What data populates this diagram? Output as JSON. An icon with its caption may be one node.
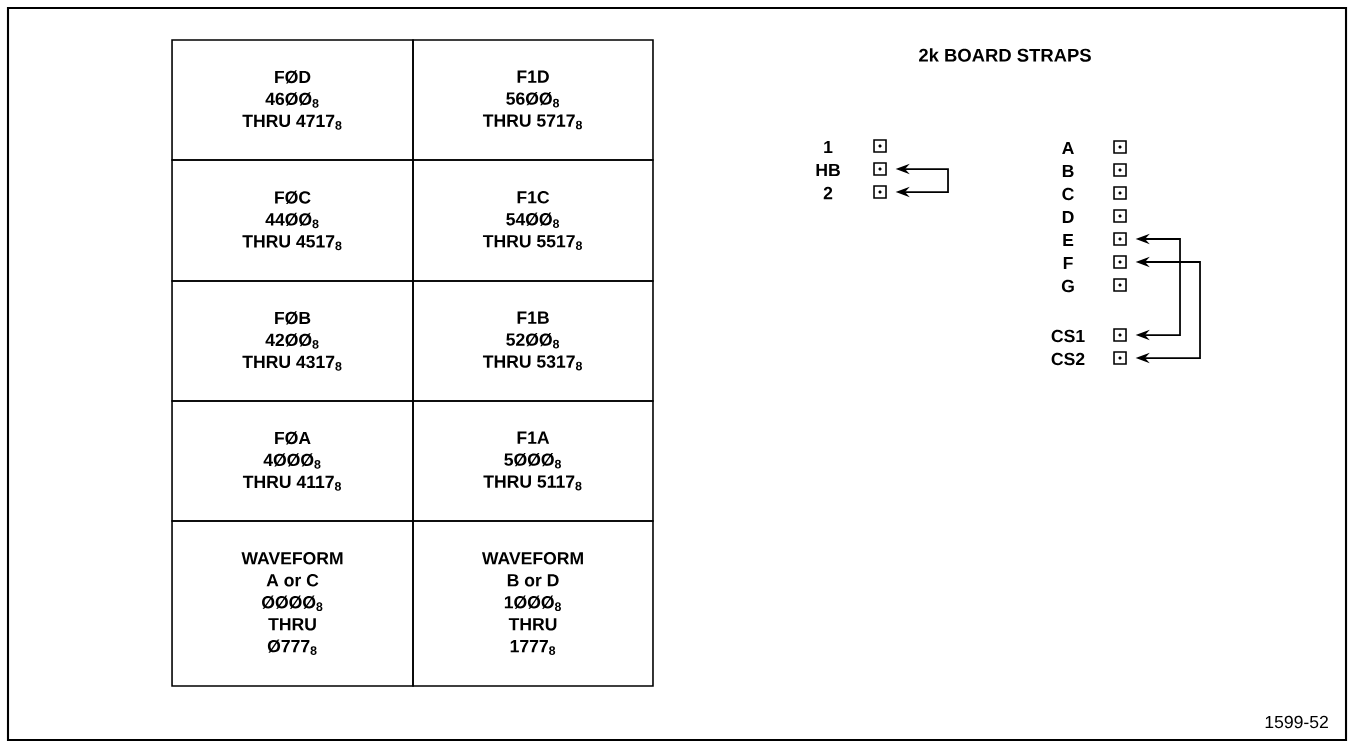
{
  "diagram": {
    "title": "2k BOARD STRAPS",
    "nodes": [
      {
        "text": [
          "FØD",
          "46ØØ$_{8}$",
          "THRU 4717$_{8}$"
        ]
      },
      {
        "text": [
          "F1D",
          "56ØØ$_{8}$",
          "THRU 5717$_{8}$"
        ]
      },
      {
        "text": [
          "FØC",
          "44ØØ$_{8}$",
          "THRU 4517$_{8}$"
        ]
      },
      {
        "text": [
          "F1C",
          "54ØØ$_{8}$",
          "THRU 5517$_{8}$"
        ]
      },
      {
        "text": [
          "FØB",
          "42ØØ$_{8}$",
          "THRU 4317$_{8}$"
        ]
      },
      {
        "text": [
          "F1B",
          "52ØØ$_{8}$",
          "THRU 5317$_{8}$"
        ]
      },
      {
        "text": [
          "FØA",
          "4ØØØ$_{8}$",
          "THRU 4117$_{8}$"
        ]
      },
      {
        "text": [
          "F1A",
          "5ØØØ$_{8}$",
          "THRU 5117$_{8}$"
        ]
      },
      {
        "text": [
          "WAVEFORM",
          "A or C",
          "ØØØØ$_{8}$",
          "THRU",
          "Ø777$_{8}$"
        ]
      },
      {
        "text": [
          "WAVEFORM",
          "B or D",
          "1ØØØ$_{8}$",
          "THRU",
          "1777$_{8}$"
        ]
      },
      {
        "text": [],
        "shape": "box",
        "beside": [
          "1"
        ]
      },
      {
        "text": [],
        "shape": "box",
        "beside": [
          "HB"
        ]
      },
      {
        "text": [],
        "shape": "box",
        "beside": [
          "2"
        ]
      },
      {
        "text": [],
        "shape": "box",
        "beside": [
          "A"
        ]
      },
      {
        "text": [],
        "shape": "box",
        "beside": [
          "B"
        ]
      },
      {
        "text": [],
        "shape": "box",
        "beside": [
          "C"
        ]
      },
      {
        "text": [],
        "shape": "box",
        "beside": [
          "D"
        ]
      },
      {
        "text": [],
        "shape": "box",
        "beside": [
          "E"
        ]
      },
      {
        "text": [],
        "shape": "box",
        "beside": [
          "F"
        ]
      },
      {
        "text": [],
        "shape": "box",
        "beside": [
          "G"
        ]
      },
      {
        "text": [],
        "shape": "box",
        "beside": [
          "CS1"
        ]
      },
      {
        "text": [],
        "shape": "box",
        "beside": [
          "CS2"
        ]
      }
    ],
    "edges": [
      {
        "from": 11,
        "to": 12,
        "arrow": "both"
      },
      {
        "from": 17,
        "to": 20,
        "arrow": "both"
      },
      {
        "from": 18,
        "to": 21,
        "arrow": "both"
      }
    ],
    "labels": [
      "1599-52"
    ]
  }
}
